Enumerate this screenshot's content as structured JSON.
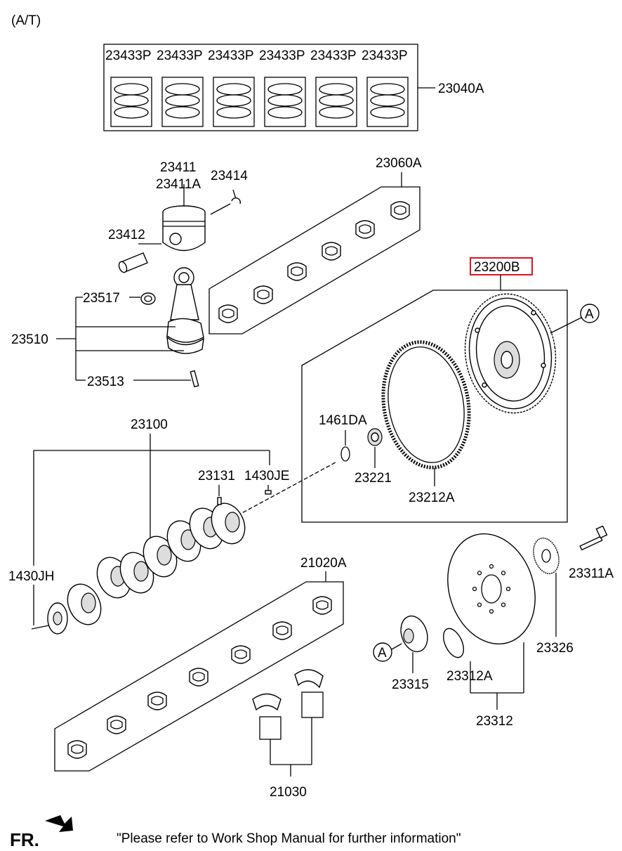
{
  "header": {
    "transmission": "(A/T)"
  },
  "ring_set": {
    "ring_labels": [
      "23433P",
      "23433P",
      "23433P",
      "23433P",
      "23433P",
      "23433P"
    ],
    "set_label": "23040A"
  },
  "labels": {
    "p23411": "23411",
    "p23411a": "23411A",
    "p23414": "23414",
    "p23412": "23412",
    "p23060a": "23060A",
    "p23200b": "23200B",
    "p23517": "23517",
    "p23510": "23510",
    "p23513": "23513",
    "p1461da": "1461DA",
    "p23100": "23100",
    "p23131": "23131",
    "p1430je": "1430JE",
    "p23221": "23221",
    "p23212a": "23212A",
    "p1430jh": "1430JH",
    "p21020a": "21020A",
    "p23311a": "23311A",
    "p23326": "23326",
    "p23315": "23315",
    "p23312a": "23312A",
    "p23312": "23312",
    "p21030": "21030",
    "ref_a1": "A",
    "ref_a2": "A"
  },
  "footer": {
    "fr": "FR.",
    "note": "\"Please refer to Work Shop Manual for further information\""
  },
  "highlight_color": "#e0141e"
}
